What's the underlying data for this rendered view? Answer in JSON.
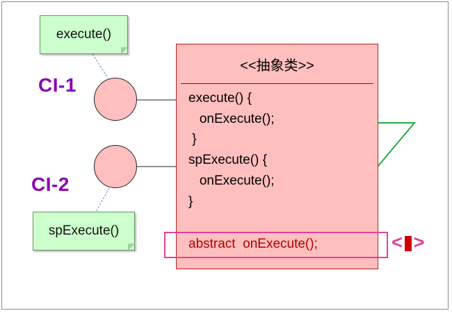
{
  "notes": {
    "top": "execute()",
    "bottom": "spExecute()"
  },
  "labels": {
    "ci1": "CI-1",
    "ci2": "CI-2"
  },
  "abstract_class": {
    "title": "<<抽象类>>",
    "code_lines": [
      "execute() {",
      "   onExecute();",
      " }",
      "spExecute() {",
      "   onExecute();",
      "}"
    ],
    "abstract_method": "abstract  onExecute();"
  },
  "marker": {
    "left": "<",
    "right": ">"
  },
  "colors": {
    "note_fill": "#ccffcc",
    "class_fill": "#ffbfbf",
    "ci_label": "#8a00b4",
    "arrow": "#22aa44",
    "highlight": "#e0409a",
    "abstract_text": "#b00000"
  }
}
